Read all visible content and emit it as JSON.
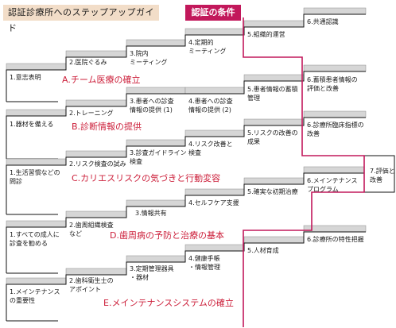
{
  "title": "認証診療所へのステップアップガイド",
  "condition_label": "認証の条件",
  "colors": {
    "step_fill": "#d6d6d6",
    "step_edge": "#8a8a8a",
    "band_line": "#111111",
    "condition_line": "#c2185b",
    "title_bg": "#f2ddc8",
    "heading_text": "#cc1f3a"
  },
  "sections": [
    {
      "heading": "A.チーム医療の確立",
      "steps": [
        "1.意志表明",
        "2.医院ぐるみ",
        "3.院内\nミーティング",
        "4.定期的\nミーティング",
        "5.組織的運営",
        "6.共通認識"
      ]
    },
    {
      "heading": "B.診断情報の提供",
      "steps": [
        "1.器材を備える",
        "2.トレーニング",
        "3.患者への診査\n情報の提供 (1)",
        "4.患者への診査\n情報の提供 (2)",
        "5.患者情報の蓄積\n管理",
        "6.蓄積患者情報の\n評価と改善"
      ]
    },
    {
      "heading": "C.カリエスリスクの気づきと行動変容",
      "steps": [
        "1.生活習慣などの\n問診",
        "2.リスク検査の試み",
        "3.診査ガイドライン\n検査",
        "4.リスク改善と\n検査",
        "5.リスクの改善の\n成果",
        "6.診療所臨床指標の\n改善"
      ]
    },
    {
      "heading": "D.歯周病の予防と治療の基本",
      "steps": [
        "1.すべての成人に\n診査を勧める",
        "2.歯周組織検査\nなど",
        "3.情報共有",
        "4.セルフケア支援",
        "5.確実な初期治療",
        "6.メインテナンス\nプログラム"
      ]
    },
    {
      "heading": "E.メインテナンスシステムの確立",
      "steps": [
        "1.メインテナンス\nの重要性",
        "2.歯科衛生士の\nアポイント",
        "3.定期管理器具\n・器材",
        "4.健康手帳\n・情報管理",
        "5.人材育成",
        "6.診療所の特性把握"
      ]
    }
  ],
  "final_step": "7.評価と\n改善"
}
